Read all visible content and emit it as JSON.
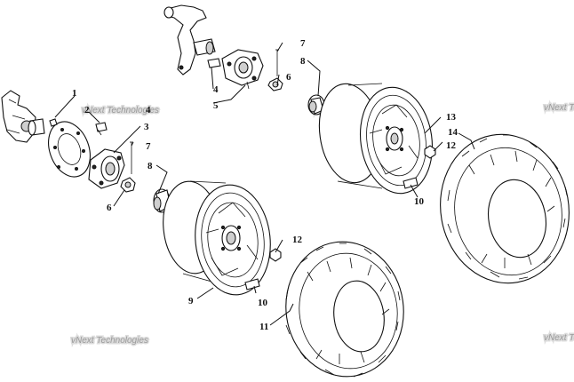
{
  "watermark": "vNext Technologies",
  "callouts": [
    {
      "id": "c1",
      "label": "1"
    },
    {
      "id": "c2",
      "label": "2"
    },
    {
      "id": "c3",
      "label": "3"
    },
    {
      "id": "c4a",
      "label": "4"
    },
    {
      "id": "c4b",
      "label": "4"
    },
    {
      "id": "c5",
      "label": "5"
    },
    {
      "id": "c6a",
      "label": "6"
    },
    {
      "id": "c6b",
      "label": "6"
    },
    {
      "id": "c7a",
      "label": "7"
    },
    {
      "id": "c7b",
      "label": "7"
    },
    {
      "id": "c8a",
      "label": "8"
    },
    {
      "id": "c8b",
      "label": "8"
    },
    {
      "id": "c9",
      "label": "9"
    },
    {
      "id": "c10a",
      "label": "10"
    },
    {
      "id": "c10b",
      "label": "10"
    },
    {
      "id": "c11",
      "label": "11"
    },
    {
      "id": "c12a",
      "label": "12"
    },
    {
      "id": "c12b",
      "label": "12"
    },
    {
      "id": "c13",
      "label": "13"
    },
    {
      "id": "c14",
      "label": "14"
    }
  ],
  "colors": {
    "line": "#111111",
    "watermark": "#9a9a9a",
    "background": "#ffffff"
  }
}
